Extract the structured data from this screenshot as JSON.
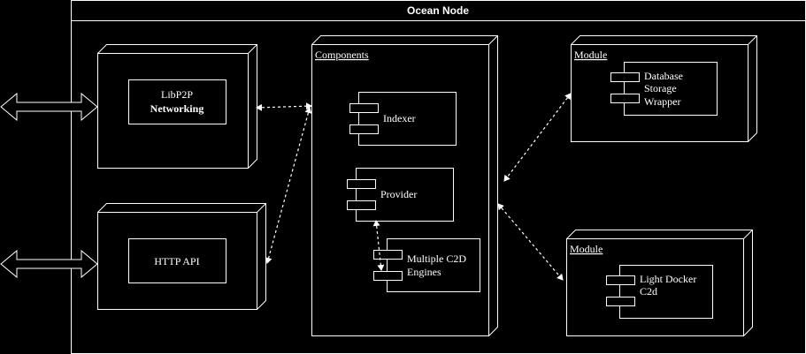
{
  "container": {
    "title": "Ocean Node"
  },
  "networking": {
    "line1": "LibP2P",
    "line2": "Networking"
  },
  "http_api": {
    "label": "HTTP API"
  },
  "components": {
    "title": "Components",
    "indexer": "Indexer",
    "provider": "Provider",
    "c2d_line1": "Multiple C2D",
    "c2d_line2": "Engines"
  },
  "module_db": {
    "title": "Module",
    "line1": "Database",
    "line2": "Storage",
    "line3": "Wrapper"
  },
  "module_docker": {
    "title": "Module",
    "line1": "Light Docker",
    "line2": "C2d"
  },
  "colors": {
    "background": "#000000",
    "stroke": "#ffffff"
  }
}
